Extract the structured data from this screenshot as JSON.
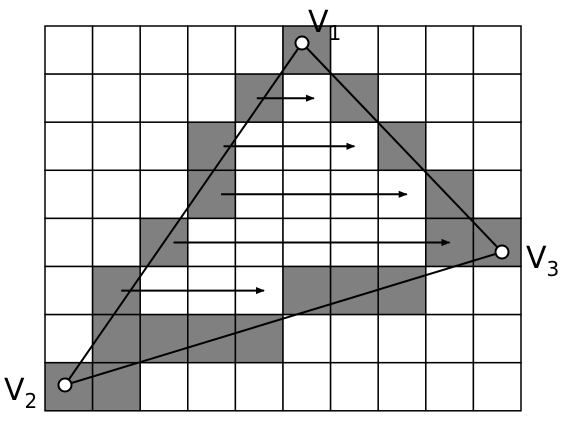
{
  "vertices": [
    {
      "name": "V",
      "sub": "1"
    },
    {
      "name": "V",
      "sub": "2"
    },
    {
      "name": "V",
      "sub": "3"
    }
  ],
  "grid": {
    "cols": 10,
    "rows": 8
  },
  "colors": {
    "filled": "#808080",
    "empty": "#ffffff",
    "line": "#000000"
  },
  "filled_cells": [
    [
      0,
      5
    ],
    [
      1,
      4
    ],
    [
      1,
      6
    ],
    [
      2,
      3
    ],
    [
      2,
      7
    ],
    [
      3,
      3
    ],
    [
      3,
      8
    ],
    [
      4,
      2
    ],
    [
      4,
      8
    ],
    [
      4,
      9
    ],
    [
      5,
      1
    ],
    [
      5,
      5
    ],
    [
      5,
      6
    ],
    [
      5,
      7
    ],
    [
      6,
      1
    ],
    [
      6,
      2
    ],
    [
      6,
      3
    ],
    [
      6,
      4
    ],
    [
      7,
      0
    ],
    [
      7,
      1
    ]
  ],
  "scan_arrows": [
    {
      "row": 1,
      "from_col": 4.45,
      "to_col": 5.65
    },
    {
      "row": 2,
      "from_col": 3.75,
      "to_col": 6.5
    },
    {
      "row": 3,
      "from_col": 3.7,
      "to_col": 7.6
    },
    {
      "row": 4,
      "from_col": 2.7,
      "to_col": 8.5
    },
    {
      "row": 5,
      "from_col": 1.6,
      "to_col": 4.6
    }
  ]
}
